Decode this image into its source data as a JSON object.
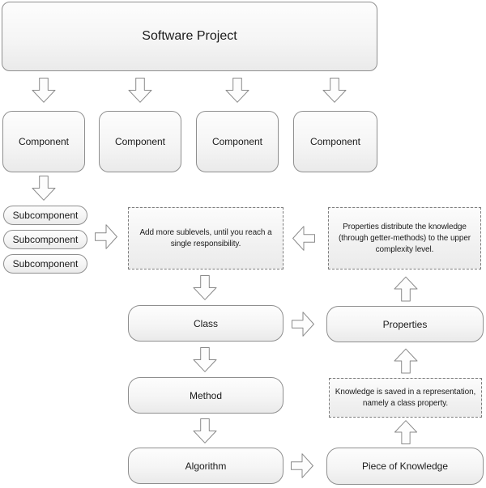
{
  "diagram": {
    "root_label": "Software Project",
    "components": [
      "Component",
      "Component",
      "Component",
      "Component"
    ],
    "subcomponents": [
      "Subcomponent",
      "Subcomponent",
      "Subcomponent"
    ],
    "nodes": {
      "class": "Class",
      "method": "Method",
      "algorithm": "Algorithm",
      "properties": "Properties",
      "piece_of_knowledge": "Piece of Knowledge"
    },
    "notes": {
      "add_sublevels": [
        "Add more sublevels, until you reach a",
        "single responsibility."
      ],
      "properties_distribute": [
        "Properties distribute the knowledge",
        "(through getter-methods) to the upper",
        "complexity level."
      ],
      "knowledge_saved": [
        "Knowledge is saved in a representation,",
        "namely a class property."
      ]
    },
    "colors": {
      "node_border": "#8f8f8f",
      "note_border": "#7c7c7c",
      "fill_top": "#fdfdfd",
      "fill_bottom": "#eaeaea",
      "arrow_fill": "#fdfdfd",
      "arrow_stroke": "#8a8a8a",
      "text": "#1a1a1a",
      "background": "#ffffff"
    }
  }
}
